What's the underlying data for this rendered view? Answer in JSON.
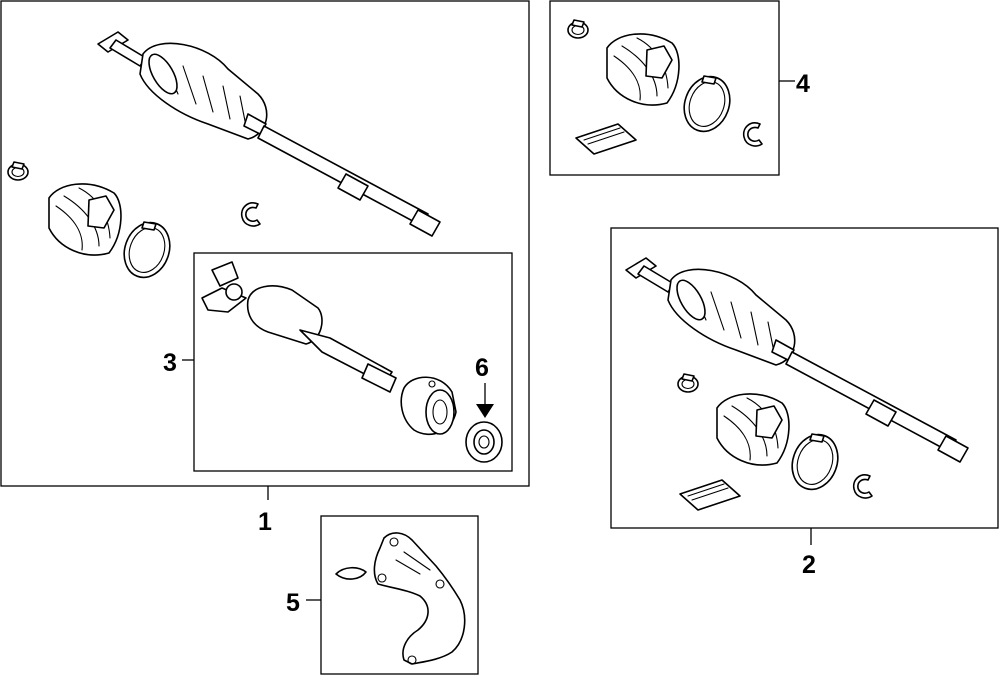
{
  "callouts": {
    "c1": "1",
    "c2": "2",
    "c3": "3",
    "c4": "4",
    "c5": "5",
    "c6": "6"
  },
  "icons": [
    "drive-shaft-assembly",
    "boot-kit",
    "inner-joint-assembly",
    "bearing",
    "bracket",
    "grease-packet",
    "boot-clamp",
    "snap-ring"
  ]
}
